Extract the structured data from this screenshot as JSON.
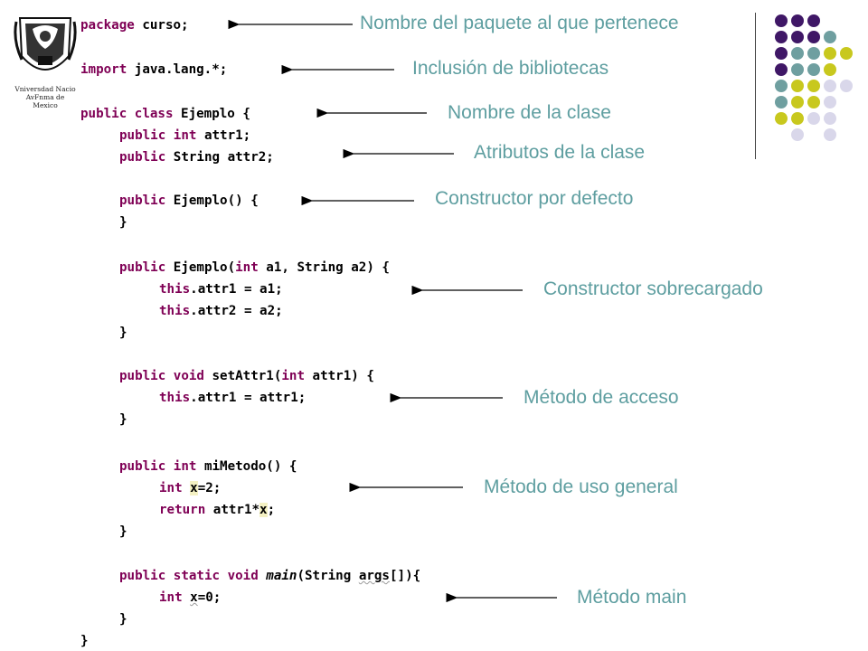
{
  "logo": {
    "name": "unam-seal",
    "text_lines": [
      "Vniversdad Nacio",
      "AvFnma de",
      "Mexico"
    ]
  },
  "code": {
    "lines": [
      {
        "t": "package curso;"
      },
      {
        "t": "import java.lang.*;"
      },
      {
        "t": "public class Ejemplo {"
      },
      {
        "t": "    public int attr1;"
      },
      {
        "t": "    public String attr2;"
      },
      {
        "t": "    public Ejemplo() {"
      },
      {
        "t": "    }"
      },
      {
        "t": "    public Ejemplo(int a1, String a2) {"
      },
      {
        "t": "        this.attr1 = a1;"
      },
      {
        "t": "        this.attr2 = a2;"
      },
      {
        "t": "    }"
      },
      {
        "t": "    public void setAttr1(int attr1) {"
      },
      {
        "t": "        this.attr1 = attr1;"
      },
      {
        "t": "    }"
      },
      {
        "t": "    public int miMetodo() {"
      },
      {
        "t": "        int x=2;"
      },
      {
        "t": "        return attr1*x;"
      },
      {
        "t": "    }"
      },
      {
        "t": "    public static void main(String args[]){"
      },
      {
        "t": "        int x=0;"
      },
      {
        "t": "    }"
      },
      {
        "t": "}"
      }
    ]
  },
  "annotations": [
    {
      "text": "Nombre del paquete al que pertenece"
    },
    {
      "text": "Inclusión de bibliotecas"
    },
    {
      "text": "Nombre de la clase"
    },
    {
      "text": "Atributos de la clase"
    },
    {
      "text": "Constructor por defecto"
    },
    {
      "text": "Constructor sobrecargado"
    },
    {
      "text": "Método de acceso"
    },
    {
      "text": "Método de uso general"
    },
    {
      "text": "Método main"
    }
  ],
  "colors": {
    "annotation": "#5e9ea0",
    "keyword": "#7f0055",
    "highlight": "#f4f1c3",
    "dot_purple": "#3f1766",
    "dot_teal": "#6f9fa0",
    "dot_yellow": "#c8c81e",
    "dot_lavender": "#d9d7ea"
  },
  "decoration": {
    "dot_grid": [
      [
        "purple",
        "purple",
        "purple",
        null,
        null
      ],
      [
        "purple",
        "purple",
        "purple",
        "teal",
        null
      ],
      [
        "purple",
        "teal",
        "teal",
        "yellow",
        "yellow"
      ],
      [
        "purple",
        "teal",
        "teal",
        "yellow",
        null
      ],
      [
        "teal",
        "yellow",
        "yellow",
        "lavender",
        "lavender"
      ],
      [
        "teal",
        "yellow",
        "yellow",
        "lavender",
        null
      ],
      [
        "yellow",
        "yellow",
        "lavender",
        "lavender",
        null
      ],
      [
        null,
        "lavender",
        null,
        "lavender",
        null
      ]
    ]
  }
}
